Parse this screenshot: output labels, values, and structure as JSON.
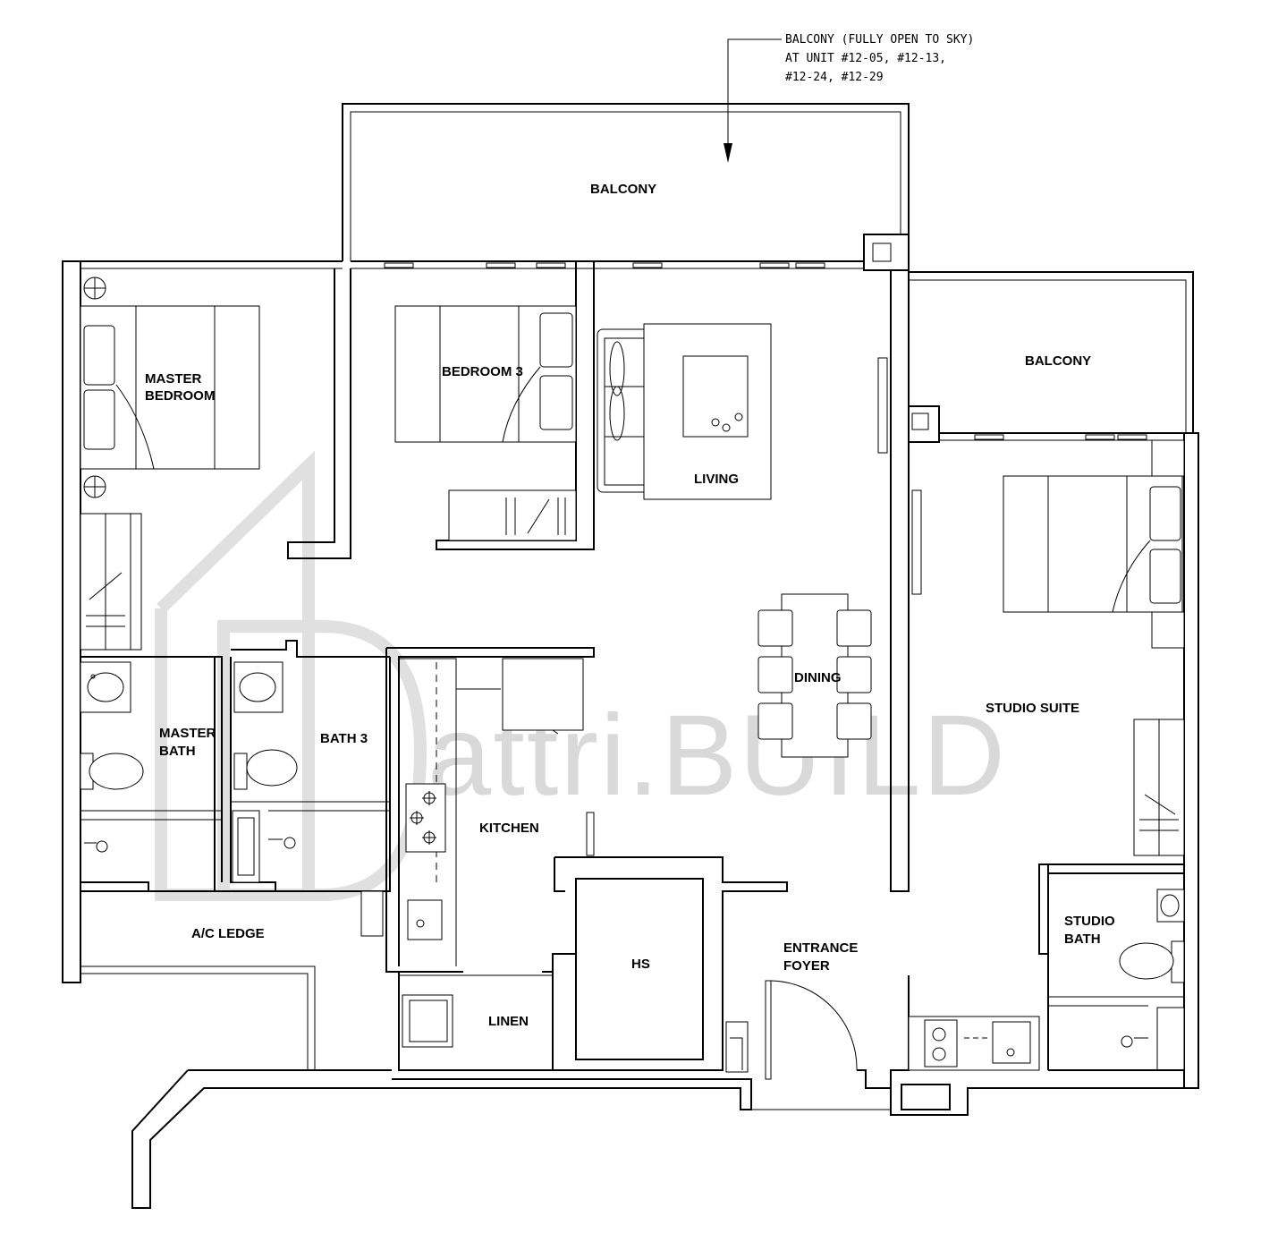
{
  "rooms": {
    "balcony_top": "BALCONY",
    "balcony_right": "BALCONY",
    "master_bedroom": [
      "MASTER",
      "BEDROOM"
    ],
    "bedroom3": "BEDROOM 3",
    "living": "LIVING",
    "dining": "DINING",
    "studio_suite": "STUDIO SUITE",
    "master_bath": [
      "MASTER",
      "BATH"
    ],
    "bath3": "BATH 3",
    "kitchen": "KITCHEN",
    "ac_ledge": "A/C LEDGE",
    "hs": "HS",
    "linen": "LINEN",
    "entrance_foyer": [
      "ENTRANCE",
      "FOYER"
    ],
    "studio_bath": [
      "STUDIO",
      "BATH"
    ]
  },
  "annotation": {
    "lines": [
      "BALCONY (FULLY OPEN TO SKY)",
      "AT UNIT #12-05, #12-13,",
      "#12-24, #12-29"
    ]
  },
  "watermark": {
    "text": "attri.BUILD"
  }
}
